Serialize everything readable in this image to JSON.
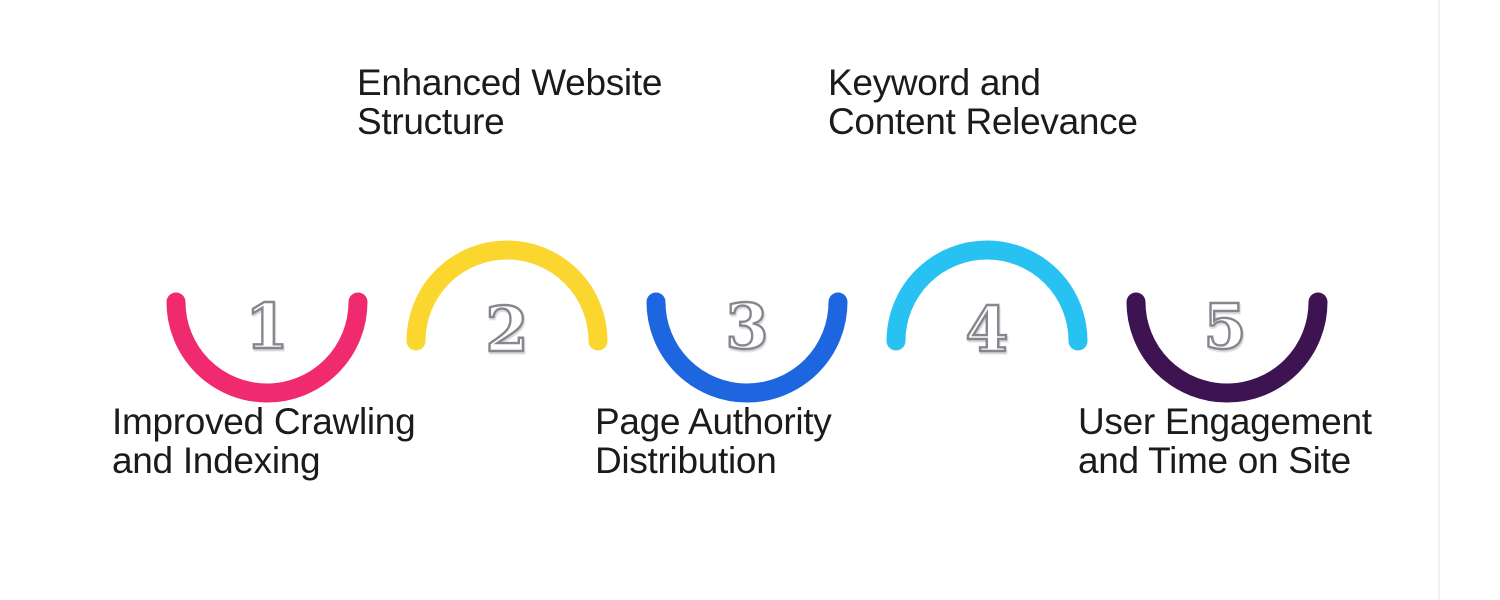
{
  "figure": {
    "type": "process-infographic",
    "background_color": "#ffffff",
    "edge_line_color": "#f1f1f1"
  },
  "digit_style": {
    "fill": "#ffffff",
    "outline": "#86868e"
  },
  "steps": [
    {
      "number": "1",
      "arc_color": "#f02a6e",
      "arc_opens": "up",
      "label_position": "below",
      "label": {
        "line1": "Improved Crawling",
        "line2": "and Indexing"
      }
    },
    {
      "number": "2",
      "arc_color": "#fbd62f",
      "arc_opens": "down",
      "label_position": "above",
      "label": {
        "line1": "Enhanced Website",
        "line2": "Structure"
      }
    },
    {
      "number": "3",
      "arc_color": "#1e66e0",
      "arc_opens": "up",
      "label_position": "below",
      "label": {
        "line1": "Page Authority",
        "line2": "Distribution"
      }
    },
    {
      "number": "4",
      "arc_color": "#28c2f2",
      "arc_opens": "down",
      "label_position": "above",
      "label": {
        "line1": "Keyword and",
        "line2": "Content Relevance"
      }
    },
    {
      "number": "5",
      "arc_color": "#3e1352",
      "arc_opens": "up",
      "label_position": "below",
      "label": {
        "line1": "User Engagement",
        "line2": "and Time on Site"
      }
    }
  ]
}
